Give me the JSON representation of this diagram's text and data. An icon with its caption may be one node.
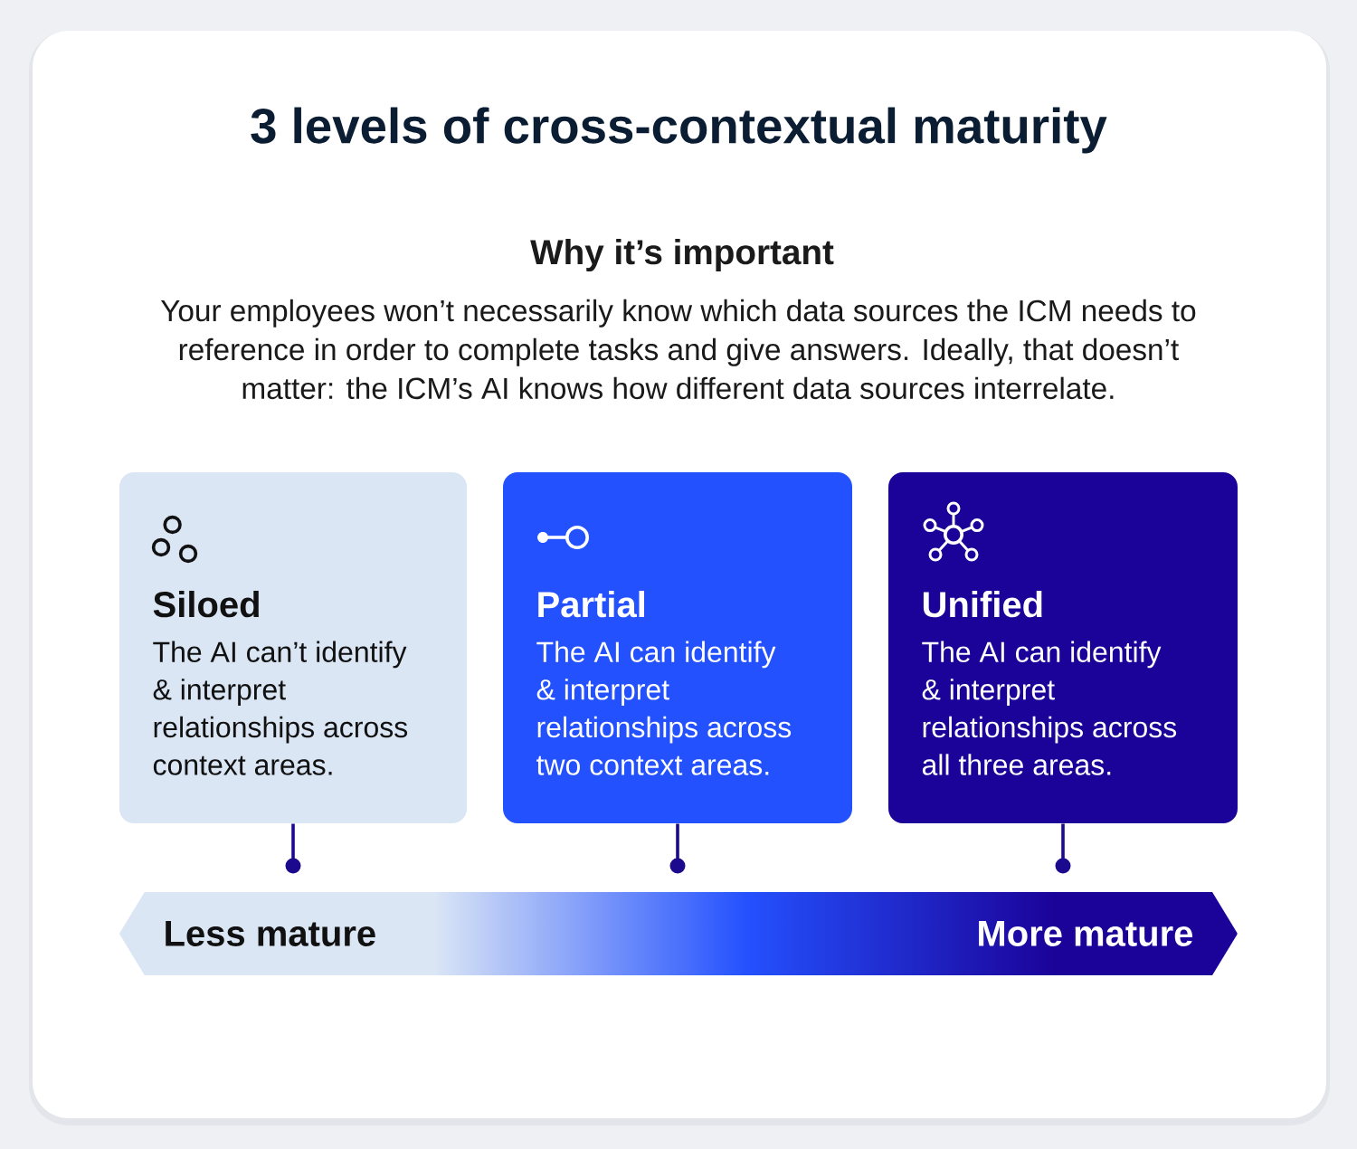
{
  "diagram": {
    "title": "3 levels of cross-contextual maturity",
    "nodes": [
      {
        "text": [
          "Siloed",
          "The AI can’t identify & interpret relationships across context areas."
        ]
      },
      {
        "text": [
          "Partial",
          "The AI can identify & interpret relationships across two context areas."
        ]
      },
      {
        "text": [
          "Unified",
          "The AI can identify & interpret relationships across all three areas."
        ]
      },
      {
        "text": [
          "Less mature",
          "More mature"
        ]
      }
    ],
    "edges": [
      {
        "from": 0,
        "to": 3,
        "arrow": "other"
      },
      {
        "from": 1,
        "to": 3,
        "arrow": "other"
      },
      {
        "from": 2,
        "to": 3,
        "arrow": "other"
      }
    ],
    "labels": [
      "Why it’s important",
      "Your employees won’t necessarily know which data sources the ICM needs to reference in order to complete tasks and give answers. Ideally, that doesn’t matter: the ICM’s AI knows how different data sources interrelate."
    ]
  }
}
